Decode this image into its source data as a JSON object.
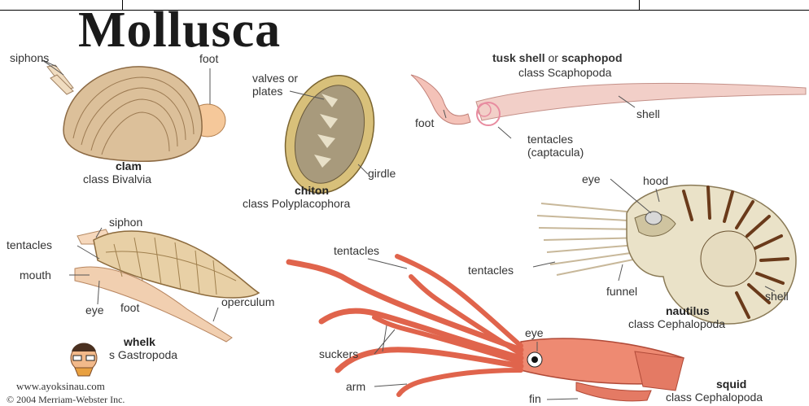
{
  "title": "Mollusca",
  "labels": {
    "clam_siphons": "siphons",
    "clam_foot": "foot",
    "clam_name": "clam",
    "clam_class": "class Bivalvia",
    "chiton_valves": "valves or",
    "chiton_plates": "plates",
    "chiton_girdle": "girdle",
    "chiton_name": "chiton",
    "chiton_class": "class Polyplacophora",
    "tusk_name": "tusk shell",
    "tusk_or": "or",
    "tusk_name2": "scaphopod",
    "tusk_class": "class Scaphopoda",
    "tusk_foot": "foot",
    "tusk_shell": "shell",
    "tusk_tentacles": "tentacles",
    "tusk_captacula": "(captacula)",
    "whelk_siphon": "siphon",
    "whelk_tentacles": "tentacles",
    "whelk_mouth": "mouth",
    "whelk_eye": "eye",
    "whelk_foot": "foot",
    "whelk_operculum": "operculum",
    "whelk_name": "whelk",
    "whelk_class": "s Gastropoda",
    "squid_tentacles": "tentacles",
    "squid_suckers": "suckers",
    "squid_arm": "arm",
    "squid_eye": "eye",
    "squid_fin": "fin",
    "squid_name": "squid",
    "squid_class": "class Cephalopoda",
    "nautilus_eye": "eye",
    "nautilus_hood": "hood",
    "nautilus_tentacles": "tentacles",
    "nautilus_funnel": "funnel",
    "nautilus_shell": "shell",
    "nautilus_name": "nautilus",
    "nautilus_class": "class Cephalopoda"
  },
  "watermark": {
    "url": "www.ayoksinau.com",
    "copyright": "© 2004 Merriam-Webster Inc."
  }
}
